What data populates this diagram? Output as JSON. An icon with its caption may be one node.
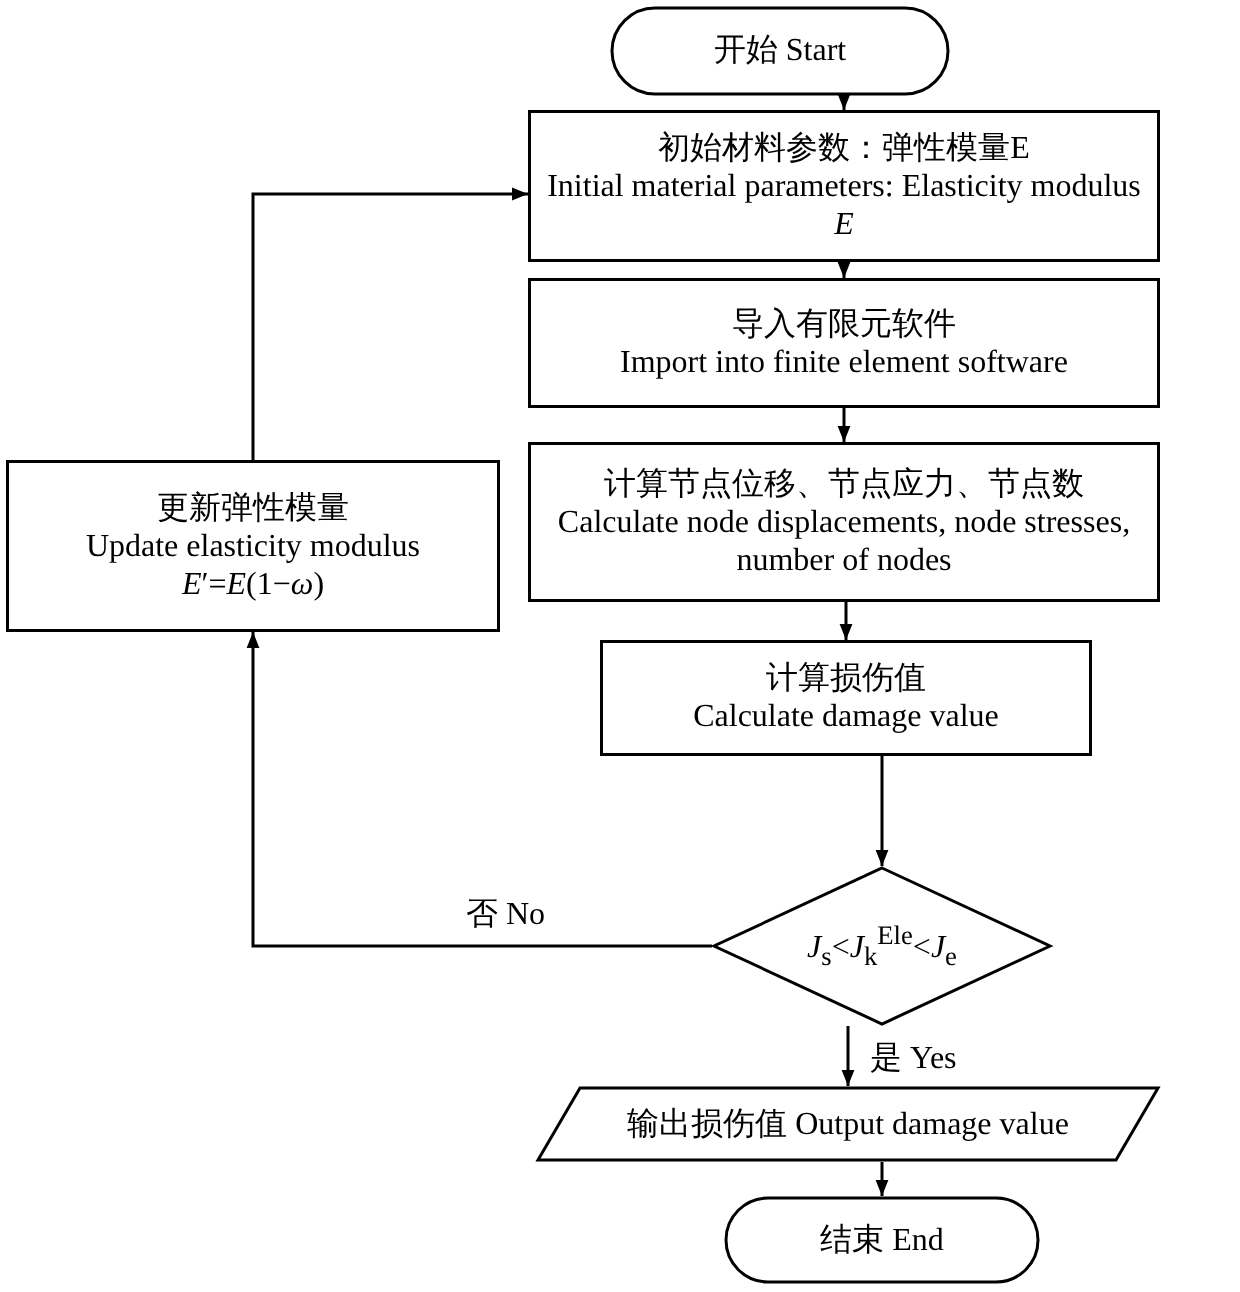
{
  "diagram": {
    "nodes": [
      {
        "text": [
          "开始 Start"
        ]
      },
      {
        "text": [
          "初始材料参数：弹性模量E",
          "Initial material parameters: Elasticity modulus *E*"
        ]
      },
      {
        "text": [
          "导入有限元软件",
          "Import into finite element software"
        ]
      },
      {
        "text": [
          "计算节点位移、节点应力、节点数",
          "Calculate node displacements, node stresses, number of nodes"
        ]
      },
      {
        "text": [
          "计算损伤值",
          "Calculate damage value"
        ]
      },
      {
        "text": [
          "*J*$_{s}$<*J*$_{k}$$^{Ele}$<*J*$_{e}$"
        ]
      },
      {
        "text": [
          "输出损伤值 Output damage value"
        ]
      },
      {
        "text": [
          "结束 End"
        ]
      },
      {
        "text": [
          "更新弹性模量",
          "Update elasticity modulus",
          "*E*′=*E*(1−*ω*)"
        ]
      }
    ],
    "edges": [
      {
        "from": 0,
        "to": 1,
        "arrow": "to"
      },
      {
        "from": 1,
        "to": 2,
        "arrow": "to"
      },
      {
        "from": 2,
        "to": 3,
        "arrow": "to"
      },
      {
        "from": 3,
        "to": 4,
        "arrow": "to"
      },
      {
        "from": 4,
        "to": 5,
        "arrow": "to"
      },
      {
        "from": 5,
        "to": 6,
        "arrow": "to",
        "label": "是 Yes"
      },
      {
        "from": 6,
        "to": 7,
        "arrow": "to"
      },
      {
        "from": 5,
        "to": 8,
        "arrow": "to",
        "label": "否 No"
      },
      {
        "from": 8,
        "to": 1,
        "arrow": "to"
      }
    ]
  }
}
